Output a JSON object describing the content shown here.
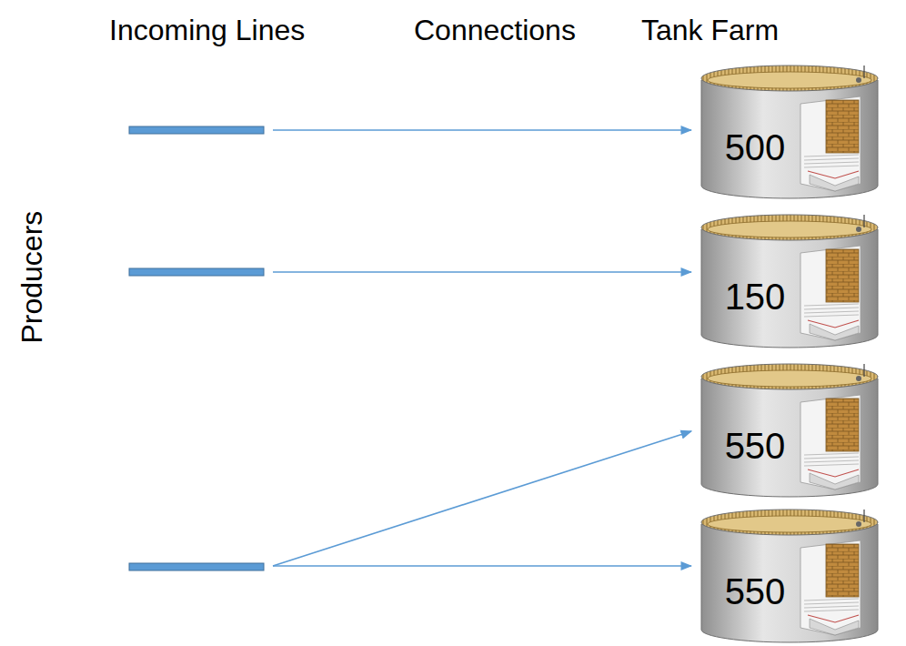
{
  "diagram": {
    "nodes": [
      {
        "text": [
          "500"
        ]
      },
      {
        "text": [
          "150"
        ]
      },
      {
        "text": [
          "550"
        ]
      },
      {
        "text": [
          "550"
        ]
      }
    ],
    "labels": [
      "Incoming Lines",
      "Connections",
      "Tank Farm",
      "Producers"
    ]
  }
}
